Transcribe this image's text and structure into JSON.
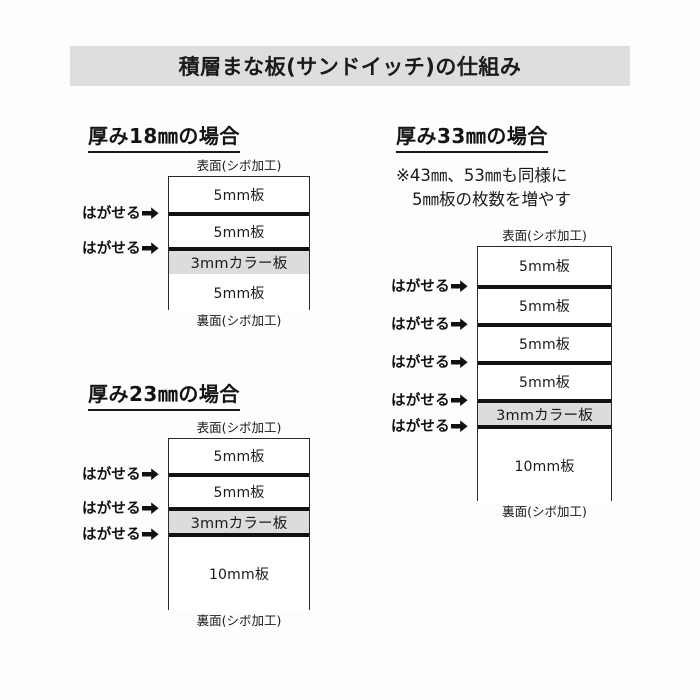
{
  "title": "積層まな板(サンドイッチ)の仕組み",
  "labels": {
    "top_face": "表面(シボ加工)",
    "bottom_face": "裏面(シボ加工)",
    "peelable": "はがせる",
    "arrow_icon": "right-arrow-icon"
  },
  "sections": [
    {
      "id": "thickness-18",
      "heading": "厚み18㎜の場合",
      "top_face": "表面(シボ加工)",
      "bottom_face": "裏面(シボ加工)",
      "layers": [
        {
          "label": "5mm板",
          "peelable": false,
          "color_layer": false
        },
        {
          "label": "5mm板",
          "peelable": true,
          "color_layer": false
        },
        {
          "label": "3mmカラー板",
          "peelable": true,
          "color_layer": true
        },
        {
          "label": "5mm板",
          "peelable": false,
          "color_layer": false
        }
      ]
    },
    {
      "id": "thickness-23",
      "heading": "厚み23㎜の場合",
      "top_face": "表面(シボ加工)",
      "bottom_face": "裏面(シボ加工)",
      "layers": [
        {
          "label": "5mm板",
          "peelable": false,
          "color_layer": false
        },
        {
          "label": "5mm板",
          "peelable": true,
          "color_layer": false
        },
        {
          "label": "3mmカラー板",
          "peelable": true,
          "color_layer": true
        },
        {
          "label": "10mm板",
          "peelable": true,
          "color_layer": false
        }
      ]
    },
    {
      "id": "thickness-33",
      "heading": "厚み33㎜の場合",
      "note_line_1": "※43㎜、53㎜も同様に",
      "note_line_2": "5㎜板の枚数を増やす",
      "top_face": "表面(シボ加工)",
      "bottom_face": "裏面(シボ加工)",
      "layers": [
        {
          "label": "5mm板",
          "peelable": false,
          "color_layer": false
        },
        {
          "label": "5mm板",
          "peelable": true,
          "color_layer": false
        },
        {
          "label": "5mm板",
          "peelable": true,
          "color_layer": false
        },
        {
          "label": "5mm板",
          "peelable": true,
          "color_layer": false
        },
        {
          "label": "3mmカラー板",
          "peelable": true,
          "color_layer": true
        },
        {
          "label": "10mm板",
          "peelable": true,
          "color_layer": false
        }
      ]
    }
  ],
  "colors": {
    "banner_background": "#dedede",
    "color_layer_background": "#dcdcdc",
    "page_background": "#fdfdfd",
    "line": "#121212",
    "text": "#1a1a1a"
  }
}
